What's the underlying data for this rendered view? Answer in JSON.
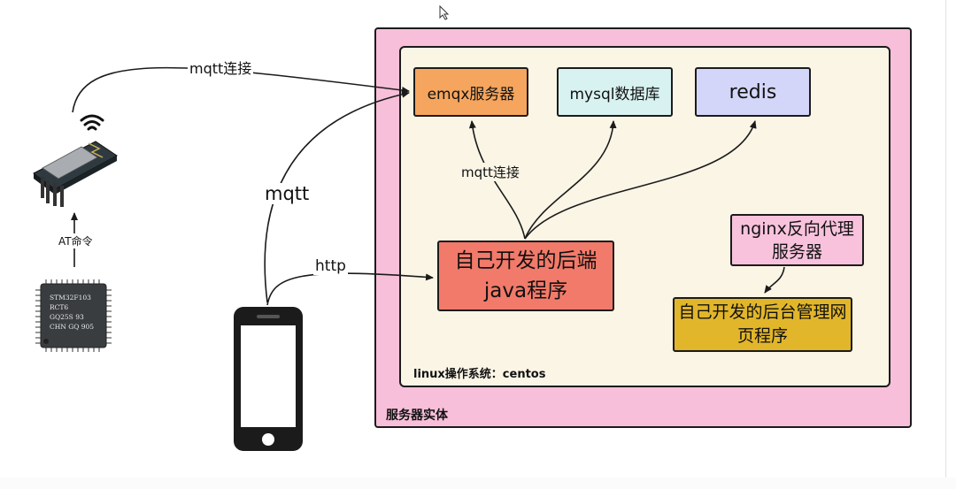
{
  "server_container": {
    "label": "服务器实体"
  },
  "os_container": {
    "label": "linux操作系统：centos"
  },
  "nodes": {
    "emqx": "emqx服务器",
    "mysql": "mysql数据库",
    "redis": "redis",
    "java_backend": "自己开发的后端java程序",
    "nginx": "nginx反向代理服务器",
    "admin_web": "自己开发的后台管理网页程序"
  },
  "edges": {
    "wifi_to_emqx": "mqtt连接",
    "java_to_emqx": "mqtt连接",
    "phone_to_emqx": "mqtt",
    "phone_to_java": "http",
    "mcu_to_wifi": "AT命令"
  },
  "devices": {
    "chip_lines": [
      "STM32F103",
      "RCT6",
      "GQ25S 93",
      "CHN GQ 905"
    ]
  },
  "colors": {
    "server_bg": "#f7bfd9",
    "os_bg": "#fbf5e6",
    "emqx": "#f5a55d",
    "mysql": "#d8f1f1",
    "redis": "#d3d6f8",
    "java_backend": "#f27a6a",
    "nginx": "#f8c2dd",
    "admin_web": "#e2b62a"
  }
}
